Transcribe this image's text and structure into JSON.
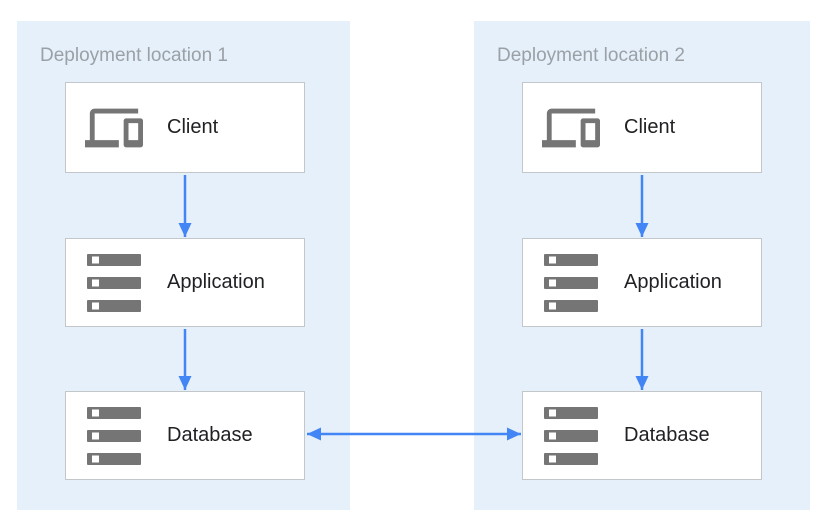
{
  "diagram": {
    "panels": [
      {
        "title": "Deployment location 1",
        "nodes": [
          {
            "label": "Client",
            "icon": "devices-icon"
          },
          {
            "label": "Application",
            "icon": "storage-icon"
          },
          {
            "label": "Database",
            "icon": "storage-icon"
          }
        ]
      },
      {
        "title": "Deployment location 2",
        "nodes": [
          {
            "label": "Client",
            "icon": "devices-icon"
          },
          {
            "label": "Application",
            "icon": "storage-icon"
          },
          {
            "label": "Database",
            "icon": "storage-icon"
          }
        ]
      }
    ],
    "connections": [
      {
        "from": "Client (location 1)",
        "to": "Application (location 1)",
        "type": "one-way-down"
      },
      {
        "from": "Application (location 1)",
        "to": "Database (location 1)",
        "type": "one-way-down"
      },
      {
        "from": "Client (location 2)",
        "to": "Application (location 2)",
        "type": "one-way-down"
      },
      {
        "from": "Application (location 2)",
        "to": "Database (location 2)",
        "type": "one-way-down"
      },
      {
        "from": "Database (location 1)",
        "to": "Database (location 2)",
        "type": "two-way-horizontal"
      }
    ],
    "colors": {
      "panel_bg": "#E6F0FA",
      "node_bg": "#FFFFFF",
      "node_border": "#C4C7C9",
      "icon_gray": "#757575",
      "title_text": "#9AA0A6",
      "node_text": "#202124",
      "arrow_blue": "#4285F4"
    }
  }
}
